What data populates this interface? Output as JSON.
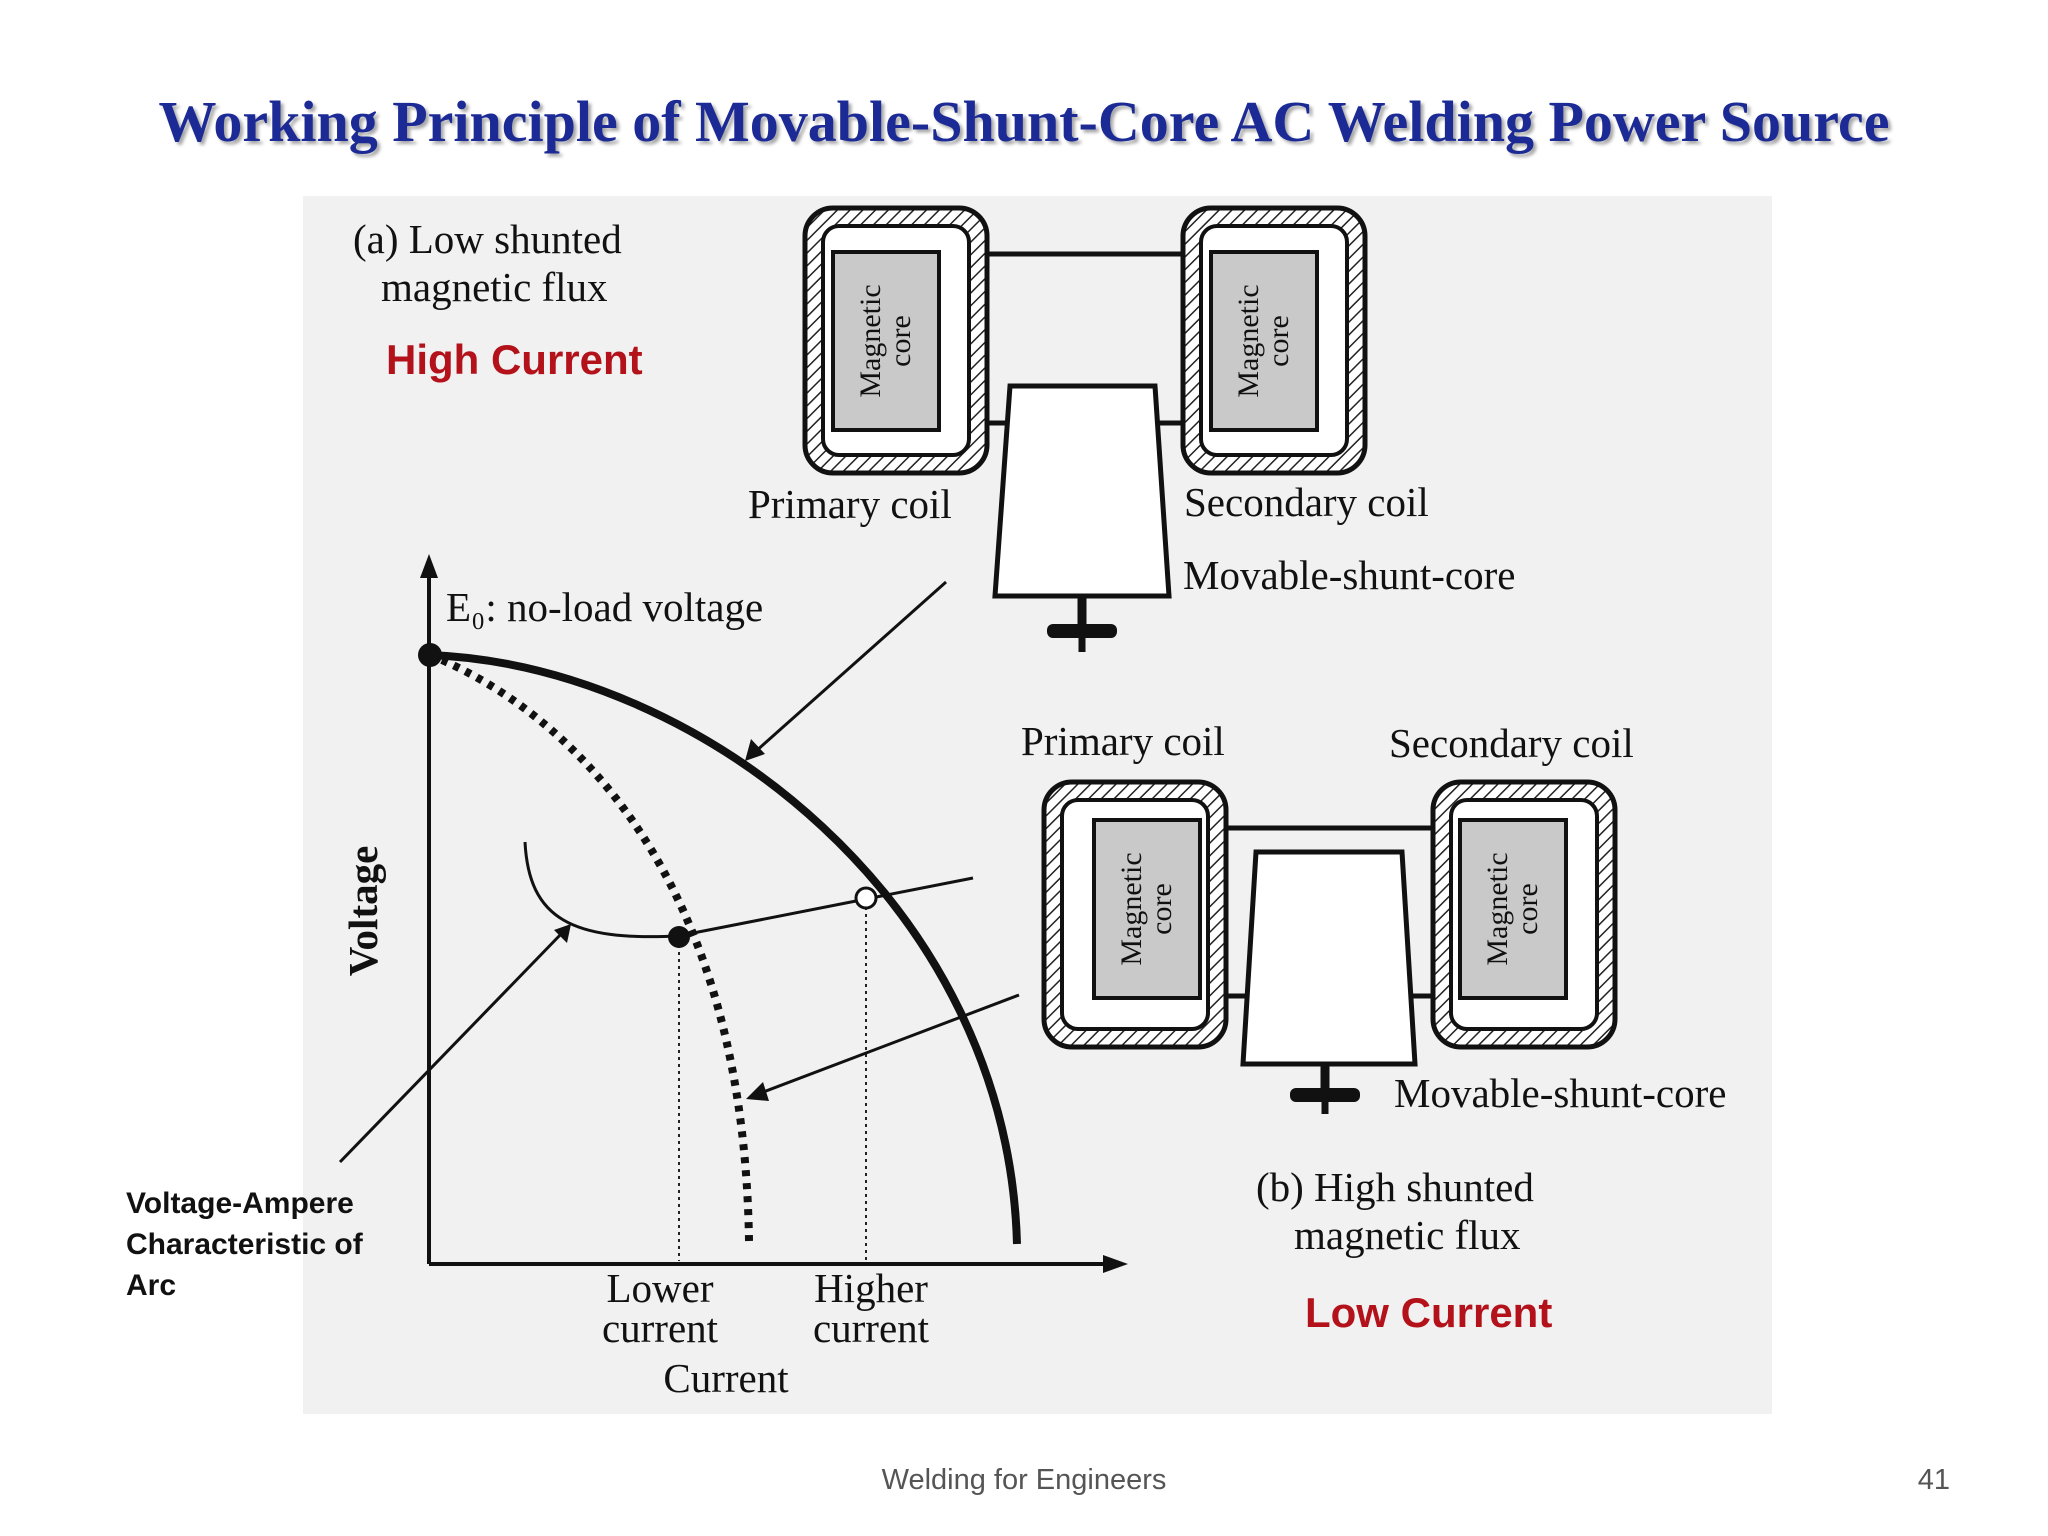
{
  "title": "Working Principle of Movable-Shunt-Core AC Welding Power Source",
  "panel_a": {
    "label_line1": "(a) Low shunted",
    "label_line2": "magnetic flux",
    "current_note": "High Current",
    "primary_coil": "Primary coil",
    "secondary_coil": "Secondary coil",
    "shunt": "Movable-shunt-core",
    "core_line1": "Magnetic",
    "core_line2": "core"
  },
  "panel_b": {
    "label_line1": "(b) High shunted",
    "label_line2": "magnetic flux",
    "current_note": "Low Current",
    "primary_coil": "Primary coil",
    "secondary_coil": "Secondary coil",
    "shunt": "Movable-shunt-core",
    "core_line1": "Magnetic",
    "core_line2": "core"
  },
  "graph": {
    "no_load_voltage": "E₀: no-load voltage",
    "y_axis": "Voltage",
    "x_axis": "Current",
    "lower_current_line1": "Lower",
    "lower_current_line2": "current",
    "higher_current_line1": "Higher",
    "higher_current_line2": "current"
  },
  "arc_note": {
    "line1": "Voltage-Ampere",
    "line2": "Characteristic of",
    "line3": "Arc"
  },
  "footer": "Welding for Engineers",
  "page_number": "41",
  "colors": {
    "title": "#1c2a96",
    "note": "#b3121a",
    "figure_bg": "#f1f1f2"
  }
}
